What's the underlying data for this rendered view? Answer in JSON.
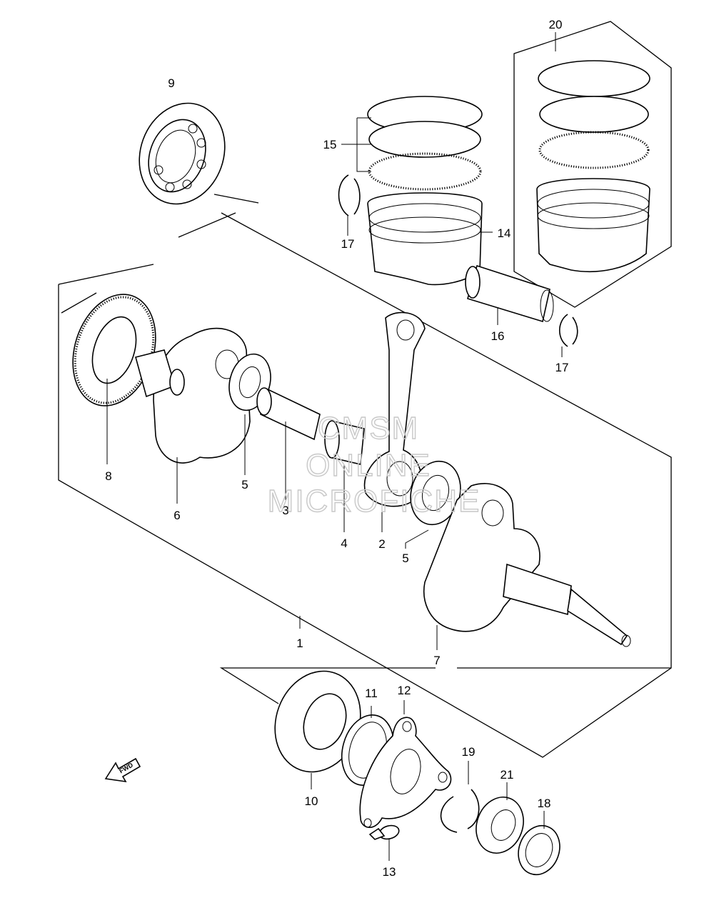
{
  "callouts": [
    {
      "id": "c1",
      "text": "1"
    },
    {
      "id": "c2",
      "text": "2"
    },
    {
      "id": "c3",
      "text": "3"
    },
    {
      "id": "c4",
      "text": "4"
    },
    {
      "id": "c5a",
      "text": "5"
    },
    {
      "id": "c5b",
      "text": "5"
    },
    {
      "id": "c6",
      "text": "6"
    },
    {
      "id": "c7",
      "text": "7"
    },
    {
      "id": "c8",
      "text": "8"
    },
    {
      "id": "c9",
      "text": "9"
    },
    {
      "id": "c10",
      "text": "10"
    },
    {
      "id": "c11",
      "text": "11"
    },
    {
      "id": "c12",
      "text": "12"
    },
    {
      "id": "c13",
      "text": "13"
    },
    {
      "id": "c14",
      "text": "14"
    },
    {
      "id": "c15",
      "text": "15"
    },
    {
      "id": "c16",
      "text": "16"
    },
    {
      "id": "c17a",
      "text": "17"
    },
    {
      "id": "c17b",
      "text": "17"
    },
    {
      "id": "c18",
      "text": "18"
    },
    {
      "id": "c19",
      "text": "19"
    },
    {
      "id": "c20",
      "text": "20"
    },
    {
      "id": "c21",
      "text": "21"
    }
  ],
  "watermark": {
    "line1": "CMSM",
    "line2": "ONLINE",
    "line3": "MICROFICHE"
  },
  "fwd_arrow": {
    "label": "FWD"
  }
}
